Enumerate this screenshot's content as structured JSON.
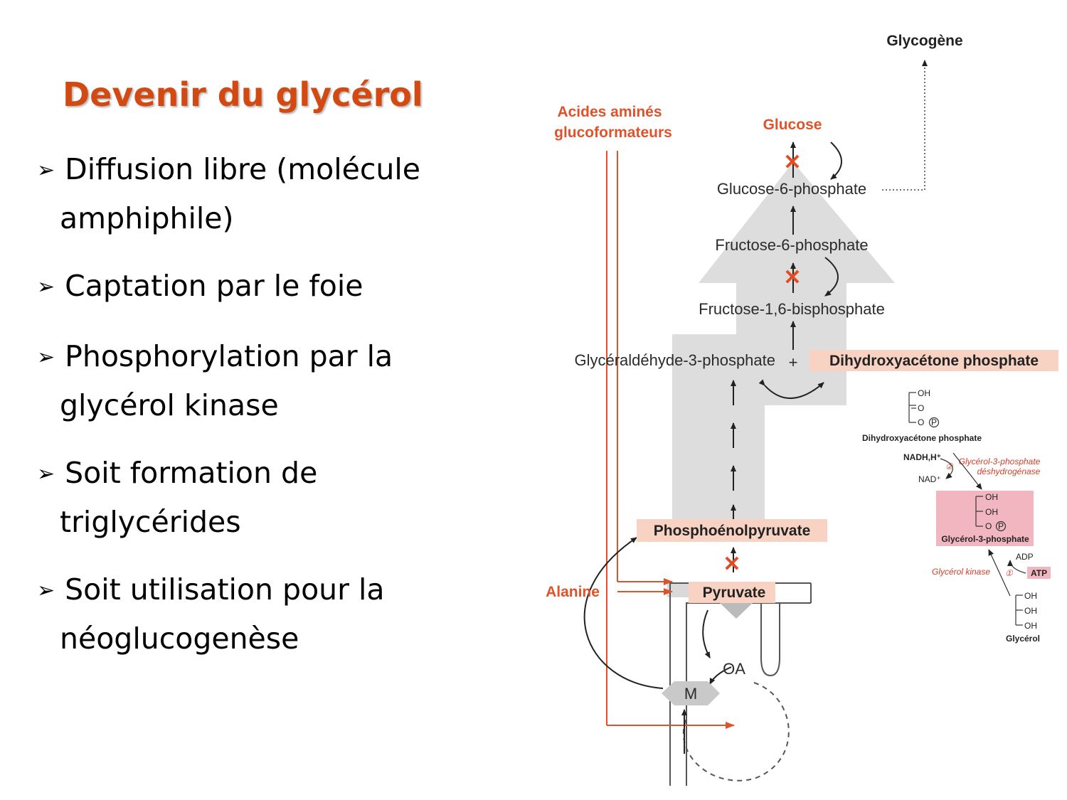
{
  "slide": {
    "title": "Devenir du glycérol",
    "bullet_marker": "➢",
    "bullets": [
      {
        "line1": "Diffusion libre (molécule",
        "line2": "amphiphile)"
      },
      {
        "line1": "Captation par le foie",
        "line2": ""
      },
      {
        "line1": "Phosphorylation par la",
        "line2": "glycérol kinase"
      },
      {
        "line1": "Soit formation de",
        "line2": "triglycérides"
      },
      {
        "line1": "Soit utilisation pour la",
        "line2": "néoglucogenèse"
      }
    ]
  },
  "diagram": {
    "glycogene": "Glycogène",
    "acides_line1": "Acides aminés",
    "acides_line2": "glucoformateurs",
    "glucose": "Glucose",
    "g6p": "Glucose-6-phosphate",
    "f6p": "Fructose-6-phosphate",
    "f16bp": "Fructose-1,6-bisphosphate",
    "g3p_ald": "Glycéraldéhyde-3-phosphate",
    "plus": "+",
    "dhap": "Dihydroxyacétone phosphate",
    "pep": "Phosphoénolpyruvate",
    "alanine": "Alanine",
    "pyruvate": "Pyruvate",
    "oa": "OA",
    "m": "M",
    "xmark": "✕"
  },
  "inset": {
    "oh": "OH",
    "o": "O",
    "p": "P",
    "dhap": "Dihydroxyacétone phosphate",
    "nadh": "NADH,H⁺",
    "nad": "NAD⁺",
    "step2": "②",
    "enzyme2_line1": "Glycérol-3-phosphate",
    "enzyme2_line2": "déshydrogénase",
    "g3p": "Glycérol-3-phosphate",
    "adp": "ADP",
    "atp": "ATP",
    "step1": "①",
    "enzyme1": "Glycérol kinase",
    "glycerol": "Glycérol"
  },
  "colors": {
    "title": "#d24a12",
    "orange": "#e0532a",
    "highlight": "#f8d3c4",
    "pink": "#f2b6c0",
    "gray_fill": "#dddddd"
  }
}
